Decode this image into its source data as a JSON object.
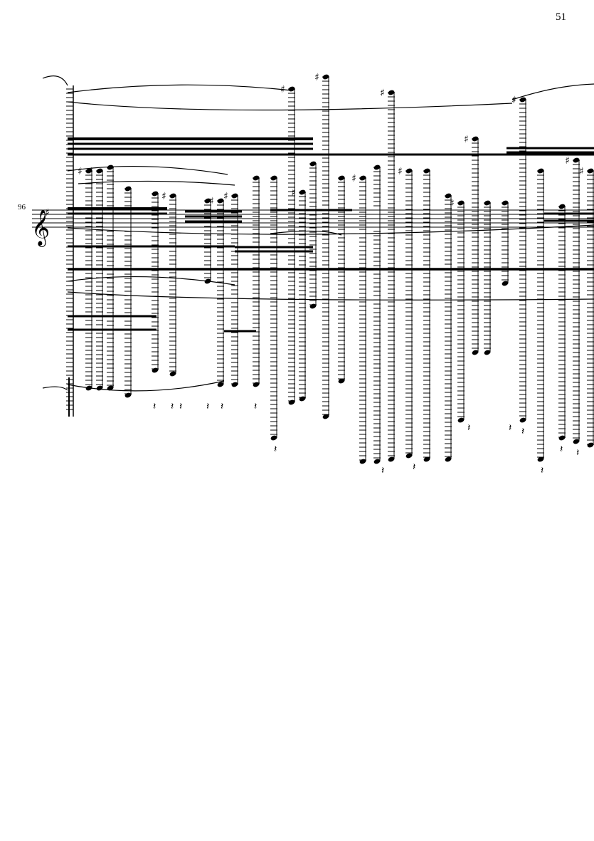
{
  "page": {
    "page_number": "51",
    "measure_number": "96",
    "clef": "treble",
    "key_signature": "1 sharp",
    "ink_color": "#000000",
    "paper_color": "#ffffff"
  }
}
